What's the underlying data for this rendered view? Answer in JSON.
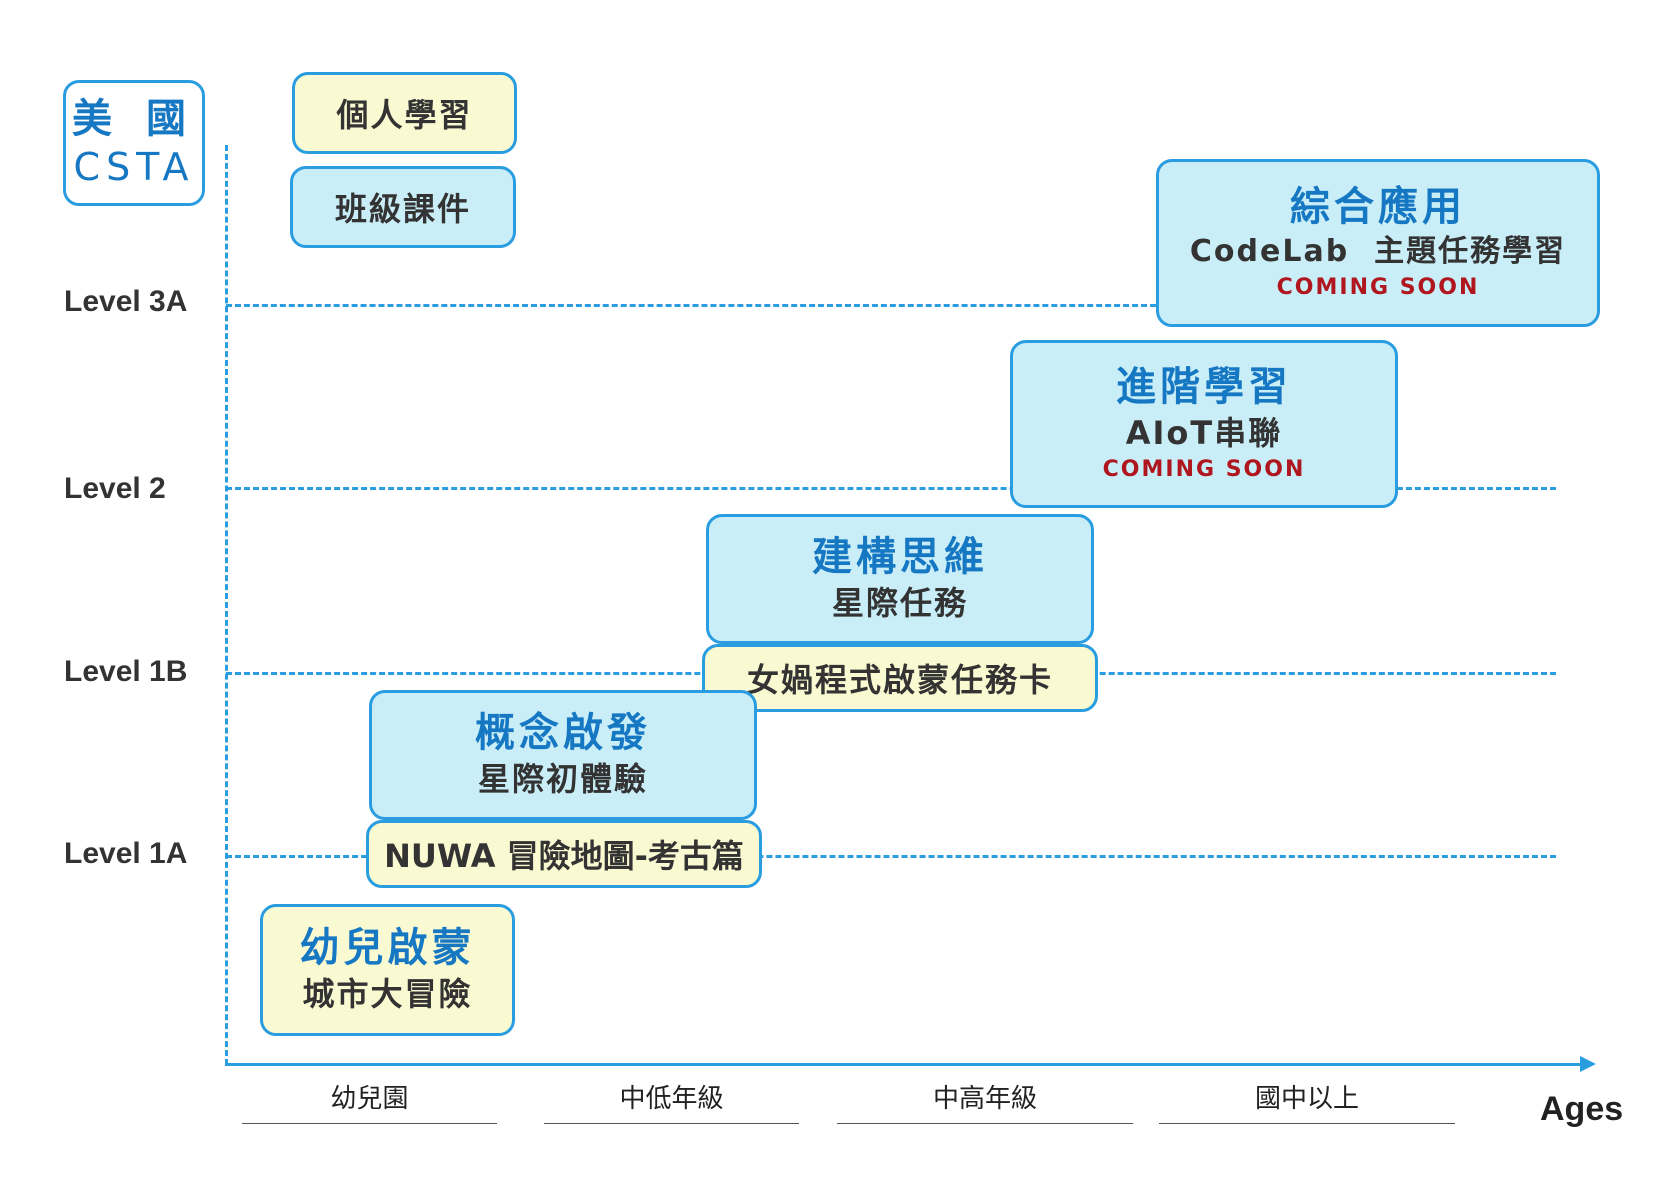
{
  "csta": {
    "line1": "美 國",
    "line2": "CSTA"
  },
  "levels": {
    "l3a": "Level 3A",
    "l2": "Level 2",
    "l1b": "Level 1B",
    "l1a": "Level 1A"
  },
  "modes": {
    "personal": "個人學習",
    "class": "班級課件"
  },
  "boxes": {
    "integrated": {
      "head": "綜合應用",
      "sub": "CodeLab  主題任務學習",
      "status": "COMING SOON"
    },
    "advanced": {
      "head": "進階學習",
      "sub": "AIoT串聯",
      "status": "COMING SOON"
    },
    "construct": {
      "head": "建構思維",
      "sub": "星際任務"
    },
    "nuwa_cards": {
      "label": "女媧程式啟蒙任務卡"
    },
    "concept": {
      "head": "概念啟發",
      "sub": "星際初體驗"
    },
    "nuwa_map": {
      "label": "NUWA 冒險地圖-考古篇"
    },
    "kids": {
      "head": "幼兒啟蒙",
      "sub": "城市大冒險"
    }
  },
  "x_axis": {
    "label": "Ages",
    "categories": [
      "幼兒園",
      "中低年級",
      "中高年級",
      "國中以上"
    ]
  },
  "colors": {
    "accent": "#2a9ce0",
    "head_text": "#1677c3",
    "box_blue": "#c9eef8",
    "box_yellow": "#fafad2",
    "coming_soon": "#b0161e"
  }
}
